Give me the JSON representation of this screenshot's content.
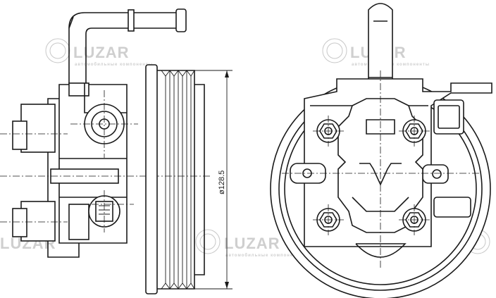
{
  "watermark": {
    "brand": "LUZAR",
    "tagline": "автомобильные компоненты"
  },
  "dimension": {
    "label": "ø128.5"
  },
  "colors": {
    "line": "#1a1a1a",
    "watermark": "#c8c8c8",
    "background": "#ffffff"
  }
}
